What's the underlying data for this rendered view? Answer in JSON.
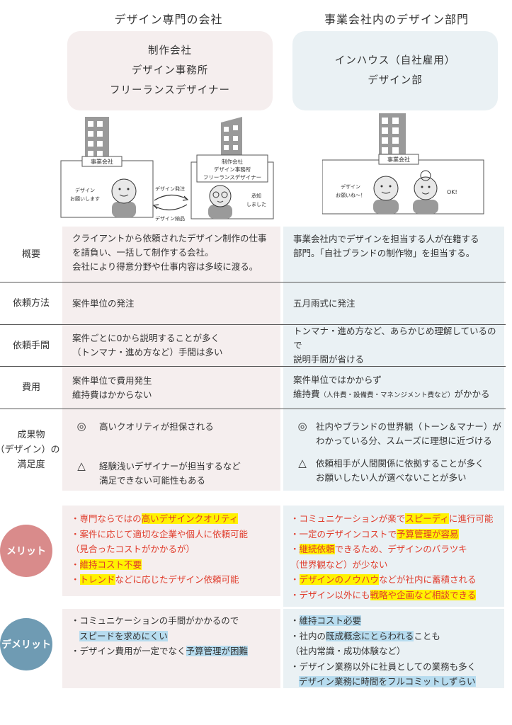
{
  "headers": {
    "left": "デザイン専門の会社",
    "right": "事業会社内のデザイン部門"
  },
  "top_boxes": {
    "left": [
      "制作会社",
      "デザイン事務所",
      "フリーランスデザイナー"
    ],
    "right": [
      "インハウス（自社雇用）",
      "デザイン部"
    ]
  },
  "illustration": {
    "left": {
      "company_sign": "事業会社",
      "client_speech": [
        "デザイン",
        "お願いします"
      ],
      "agency_sign": [
        "制作会社",
        "デザイン事務所",
        "フリーランスデザイナー"
      ],
      "agency_speech": [
        "承知",
        "しました"
      ],
      "arrow_top": "デザイン発注",
      "arrow_bottom": "デザイン納品"
    },
    "right": {
      "company_sign": "事業会社",
      "person1_speech": [
        "デザイン",
        "お願いね～！"
      ],
      "person2_speech": "OK!"
    }
  },
  "rows": [
    {
      "label": "概要",
      "left": [
        "クライアントから依頼されたデザイン制作の仕事",
        "を請負い、一括して制作する会社。",
        "会社により得意分野や仕事内容は多岐に渡る。"
      ],
      "right": [
        "事業会社内でデザインを担当する人が在籍する",
        "部門。「自社ブランドの制作物」を担当する。"
      ]
    },
    {
      "label": "依頼方法",
      "left": [
        "案件単位の発注"
      ],
      "right": [
        "五月雨式に発注"
      ]
    },
    {
      "label": "依頼手間",
      "left": [
        "案件ごとに0から説明することが多く",
        "（トンマナ・進め方など）手間は多い"
      ],
      "right": [
        "トンマナ・進め方など、あらかじめ理解しているので",
        "説明手間が省ける"
      ]
    },
    {
      "label": "費用",
      "left": [
        "案件単位で費用発生",
        "維持費はかからない"
      ],
      "right_line1": "案件単位ではかからず",
      "right_line2_a": "維持費",
      "right_line2_b": "（人件費・設備費・マネンジメント費など）",
      "right_line2_c": "がかかる"
    }
  ],
  "satisfaction": {
    "label": [
      "成果物",
      "（デザイン）の",
      "満足度"
    ],
    "good_symbol": "◎",
    "bad_symbol": "△",
    "left_good": [
      "高いクオリティが担保される"
    ],
    "left_bad": [
      "経験浅いデザイナーが担当するなど",
      "満足できない可能性もある"
    ],
    "right_good": [
      "社内やブランドの世界観（トーン＆マナー）が",
      "わかっている分、スムーズに理想に近づける"
    ],
    "right_bad": [
      "依頼相手が人間関係に依拠することが多く",
      "お願いしたい人が選べないことが多い"
    ]
  },
  "merit": {
    "label": "メリット",
    "left": [
      {
        "a": "・専門ならではの",
        "h": "高いデザインクオリティ",
        "b": ""
      },
      {
        "a": "・案件に応じて適切な企業や個人に依頼可能",
        "h": "",
        "b": ""
      },
      {
        "a": "（見合ったコストがかかるが）",
        "h": "",
        "b": ""
      },
      {
        "a": "・",
        "h": "維持コスト不要",
        "b": ""
      },
      {
        "a": "・",
        "h": "トレンド",
        "b": "などに応じたデザイン依頼可能"
      }
    ],
    "right": [
      {
        "a": "・コミュニケーションが楽で",
        "h": "スピーディ",
        "b": "に進行可能"
      },
      {
        "a": "・一定のデザインコストで",
        "h": "予算管理が容易",
        "b": ""
      },
      {
        "a": "・",
        "h": "継続依頼",
        "b": "できるため、デザインのバラツキ"
      },
      {
        "a": "（世界観など）が少ない",
        "h": "",
        "b": ""
      },
      {
        "a": "・",
        "h": "デザインのノウハウ",
        "b": "などが社内に蓄積される"
      },
      {
        "a": "・デザイン以外にも",
        "h": "戦略や企画など相談できる",
        "b": ""
      }
    ]
  },
  "demerit": {
    "label": "デメリット",
    "left": [
      {
        "a": "・コミュニケーションの手間がかかるので",
        "h": "",
        "b": ""
      },
      {
        "a": "",
        "h": "スピードを求めにくい",
        "b": ""
      },
      {
        "a": "・デザイン費用が一定でなく",
        "h": "予算管理が困難",
        "b": ""
      }
    ],
    "right": [
      {
        "a": "・",
        "h": "維持コスト必要",
        "b": ""
      },
      {
        "a": "・社内の",
        "h": "既成概念にとらわれる",
        "b": "ことも"
      },
      {
        "a": "（社内常識・成功体験など）",
        "h": "",
        "b": ""
      },
      {
        "a": "・デザイン業務以外に社員としての業務も多く",
        "h": "",
        "b": ""
      },
      {
        "a": "",
        "h": "デザイン業務に時間をフルコミットしずらい",
        "b": ""
      }
    ]
  },
  "colors": {
    "pink_bg": "#f5eeee",
    "blue_bg": "#eaf1f4",
    "merit_circle": "#d98b8b",
    "demerit_circle": "#6f9bb3",
    "merit_text": "#e03c2c",
    "yellow_highlight": "#fff200",
    "blue_highlight": "#b7dcef"
  }
}
